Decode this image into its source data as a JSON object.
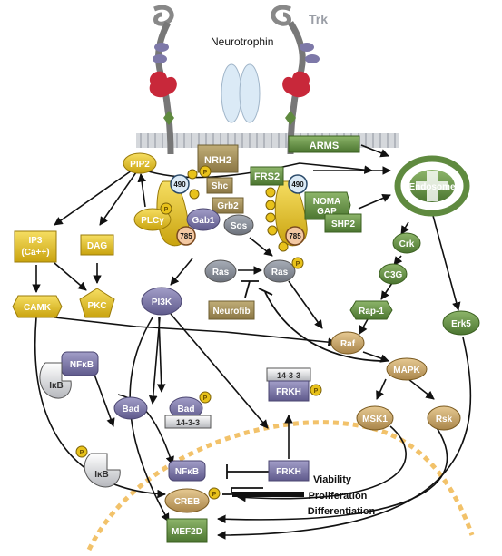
{
  "receptor": {
    "ligand_label": "Neurotrophin",
    "receptor_label": "Trk",
    "site_490_left": "490",
    "site_785_left": "785",
    "site_490_right": "490",
    "site_785_right": "785"
  },
  "membrane": {
    "nrh2": "NRH2",
    "arms": "ARMS",
    "frs2": "FRS2",
    "endosome": "Endosome"
  },
  "adaptors": {
    "shc": "Shc",
    "grb2": "Grb2",
    "sos": "Sos",
    "gab1": "Gab1",
    "plcg": "PLCγ",
    "pip2": "PIP2",
    "noma_gap": "NOMA\nGAP",
    "shp2": "SHP2"
  },
  "signaling": {
    "ip3": "IP3\n(Ca++)",
    "dag": "DAG",
    "camk": "CAMK",
    "pkc": "PKC",
    "pi3k": "PI3K",
    "ras1": "Ras",
    "ras2": "Ras",
    "neurofib": "Neurofib",
    "raf": "Raf",
    "mapk": "MAPK",
    "msk1": "MSK1",
    "rsk": "Rsk",
    "erk5": "Erk5",
    "crk": "Crk",
    "c3g": "C3G",
    "rap1": "Rap-1",
    "bad1": "Bad",
    "bad2": "Bad",
    "p1433_a": "14-3-3",
    "p1433_b": "14-3-3",
    "frkh1": "FRKH",
    "frkh2": "FRKH",
    "nfkb1": "NFκB",
    "ikb1": "IκB",
    "ikb2": "IκB",
    "nfkb2": "NFκB",
    "creb": "CREB",
    "mef2d": "MEF2D",
    "phospho": "P"
  },
  "outcomes": {
    "line1": "Viability",
    "line2": "Proliferation",
    "line3": "Differentiation"
  },
  "colors": {
    "yellow": "#e8c21b",
    "olive": "#a08d55",
    "green": "#5f8a3f",
    "lavender": "#7d78a8",
    "gray": "#8a8f99",
    "tan": "#caa86c",
    "membrane": "#b9bcc2",
    "nucleus": "#f2c26a"
  }
}
